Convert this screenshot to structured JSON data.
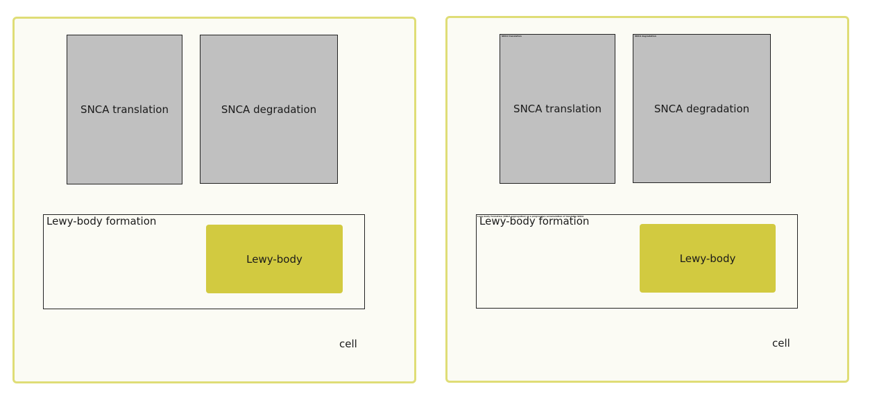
{
  "colors": {
    "cell_border": "#dfdd76",
    "cell_fill": "#fbfbf4",
    "process_fill": "#c0c0c0",
    "entity_fill": "#d2ca40"
  },
  "left_panel": {
    "processes": [
      {
        "label": "SNCA translation"
      },
      {
        "label": "SNCA degradation"
      }
    ],
    "compartment": {
      "label": "Lewy-body formation"
    },
    "entity": {
      "label": "Lewy-body"
    },
    "cell_label": "cell"
  },
  "right_panel": {
    "processes": [
      {
        "label": "SNCA translation",
        "mini_label": "SNCA translation"
      },
      {
        "label": "SNCA degradation",
        "mini_label": "SNCA degradation"
      }
    ],
    "compartment": {
      "label": "Lewy-body formation",
      "mini_label": "Lewy-body formation (SNCA aggregation) is a progressive accumulation of insoluble SNCA"
    },
    "entity": {
      "label": "Lewy-body"
    },
    "cell_label": "cell"
  }
}
